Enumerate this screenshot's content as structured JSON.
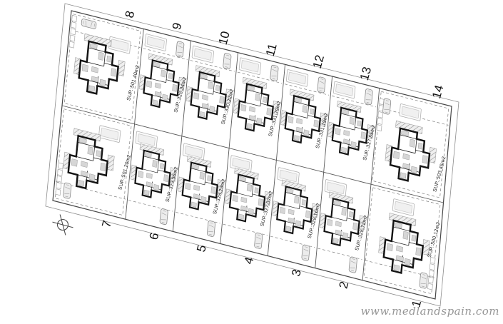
{
  "site_plan": {
    "plots_top": [
      {
        "number": "8",
        "area_label": "SUP.:501.40m2"
      },
      {
        "number": "9",
        "area_label": "SUP.:328.34m2"
      },
      {
        "number": "10",
        "area_label": "SUP.:330.22m2"
      },
      {
        "number": "11",
        "area_label": "SUP.:331.79m2"
      },
      {
        "number": "12",
        "area_label": "SUP.:331.19m2"
      },
      {
        "number": "13",
        "area_label": "SUP.:327.55m2"
      },
      {
        "number": "14",
        "area_label": "SUP.:503.45m2"
      }
    ],
    "plots_bottom": [
      {
        "number": "7",
        "area_label": "SUP.:501.20m2"
      },
      {
        "number": "6",
        "area_label": "SUP.:329.56m2"
      },
      {
        "number": "5",
        "area_label": "SUP.:328.23m2"
      },
      {
        "number": "4",
        "area_label": "SUP.:327.07m2"
      },
      {
        "number": "3",
        "area_label": "SUP.:328.16m2"
      },
      {
        "number": "2",
        "area_label": "SUP.:328.72m2"
      },
      {
        "number": "1",
        "area_label": "SUP.:500.12m2"
      }
    ]
  },
  "watermark": "www.medlandspain.com",
  "colors": {
    "walls": "#141414",
    "boundary": "#474747",
    "hatch": "#9a9a9a",
    "light_gray": "#d6d6d6",
    "watermark": "#969696",
    "background": "#ffffff"
  }
}
